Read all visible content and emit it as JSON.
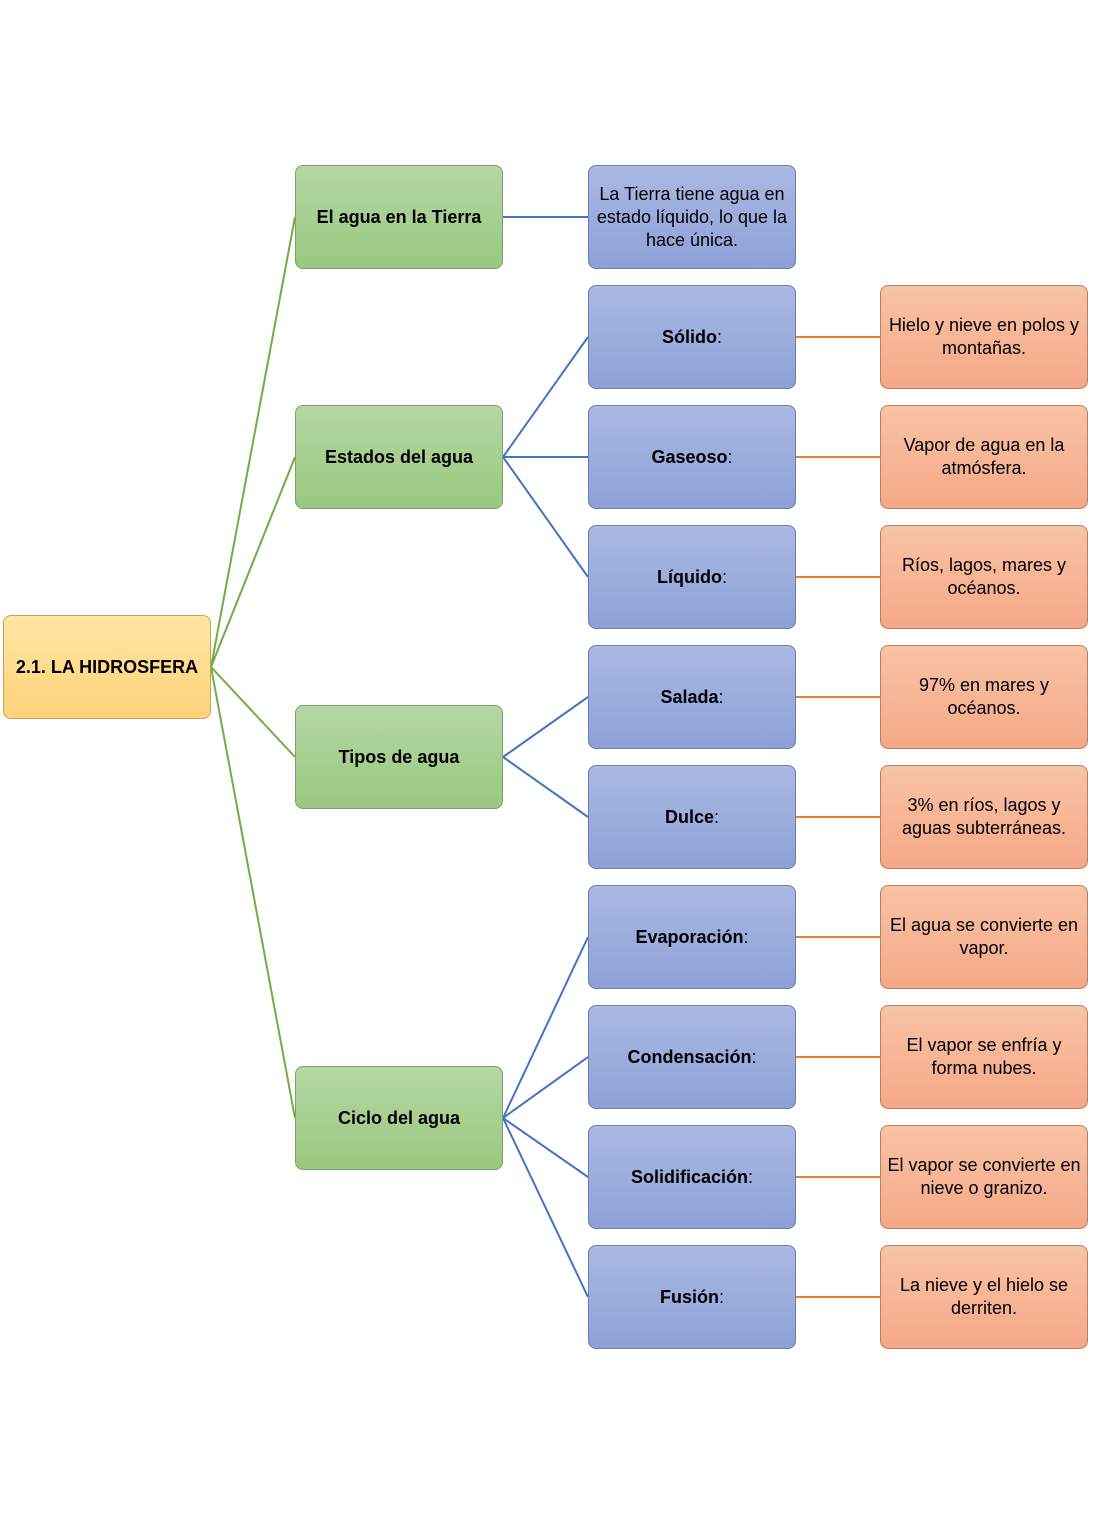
{
  "root": {
    "label": "2.1. LA HIDROSFERA"
  },
  "branches": [
    {
      "label": "El agua en la Tierra",
      "children": [
        {
          "kind": "desc",
          "label": "La Tierra tiene agua en estado líquido, lo que la hace única."
        }
      ]
    },
    {
      "label": "Estados del agua",
      "children": [
        {
          "kind": "term",
          "label": "Sólido",
          "colon": ":",
          "detail": "Hielo y nieve en polos y montañas."
        },
        {
          "kind": "term",
          "label": "Gaseoso",
          "colon": ":",
          "detail": "Vapor de agua en la atmósfera."
        },
        {
          "kind": "term",
          "label": "Líquido",
          "colon": ":",
          "detail": "Ríos, lagos, mares y océanos."
        }
      ]
    },
    {
      "label": "Tipos de agua",
      "children": [
        {
          "kind": "term",
          "label": "Salada",
          "colon": ":",
          "detail": "97% en mares y océanos."
        },
        {
          "kind": "term",
          "label": "Dulce",
          "colon": ":",
          "detail": "3% en ríos, lagos y aguas subterráneas."
        }
      ]
    },
    {
      "label": "Ciclo del agua",
      "children": [
        {
          "kind": "term",
          "label": "Evaporación",
          "colon": ":",
          "detail": "El agua se convierte en vapor."
        },
        {
          "kind": "term",
          "label": "Condensación",
          "colon": ":",
          "detail": "El vapor se enfría y forma nubes."
        },
        {
          "kind": "term",
          "label": "Solidificación",
          "colon": ":",
          "detail": "El vapor se convierte en nieve o granizo."
        },
        {
          "kind": "term",
          "label": "Fusión",
          "colon": ":",
          "detail": "La nieve y el hielo se derriten."
        }
      ]
    }
  ],
  "colors": {
    "root_fill": "#ffd98f",
    "branch_fill": "#a9d18e",
    "branch_line": "#70ad47",
    "term_fill": "#9aabdc",
    "term_line": "#4472c4",
    "detail_fill": "#f7b596",
    "detail_line": "#ed7d31"
  }
}
